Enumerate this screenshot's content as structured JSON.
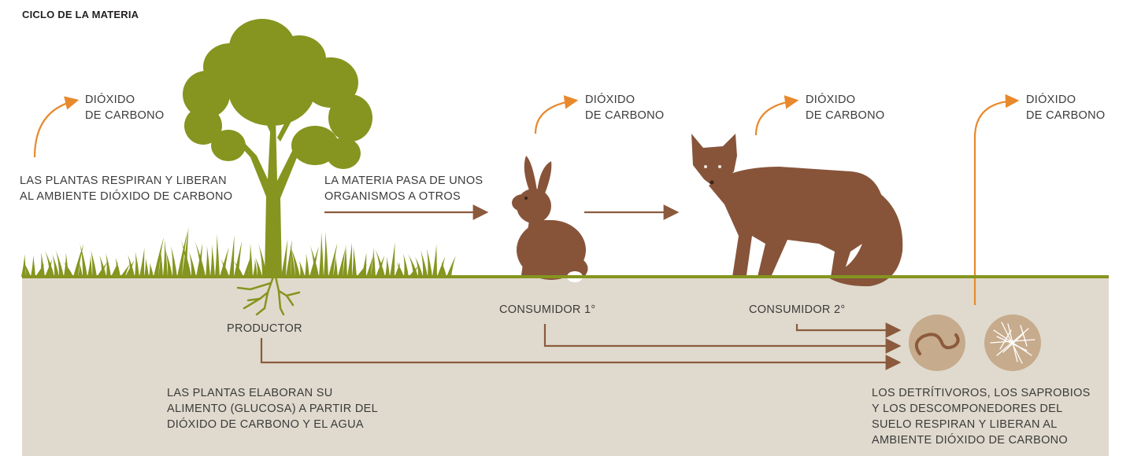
{
  "title": "CICLO DE LA MATERIA",
  "co2_labels": [
    "DIÓXIDO\nDE CARBONO",
    "DIÓXIDO\nDE CARBONO",
    "DIÓXIDO\nDE CARBONO",
    "DIÓXIDO\nDE CARBONO"
  ],
  "texts": {
    "plants_breathe": "LAS PLANTAS RESPIRAN Y LIBERAN\nAL AMBIENTE DIÓXIDO DE CARBONO",
    "matter_passes": "LA MATERIA PASA DE UNOS\nORGANISMOS A OTROS",
    "plants_make_food": "LAS PLANTAS ELABORAN SU\nALIMENTO (GLUCOSA) A PARTIR DEL\nDIÓXIDO DE CARBONO Y EL AGUA",
    "detritivores": "LOS DETRÍTIVOROS, LOS SAPROBIOS\nY LOS DESCOMPONEDORES DEL\nSUELO RESPIRAN Y LIBERAN AL\nAMBIENTE DIÓXIDO DE CARBONO"
  },
  "roles": {
    "producer": "PRODUCTOR",
    "consumer1": "CONSUMIDOR 1°",
    "consumer2": "CONSUMIDOR 2°"
  },
  "colors": {
    "arrow_orange": "#e8892c",
    "arrow_brown": "#8b5a3c",
    "tree_green": "#85951f",
    "animal_brown": "#87543a",
    "soil": "#e0dace"
  }
}
